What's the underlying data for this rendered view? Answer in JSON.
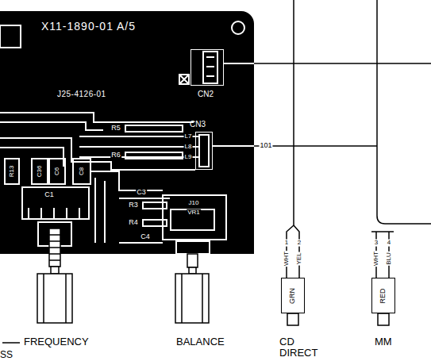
{
  "diagram": {
    "nodes": [
      {
        "text": [
          "X11-1890-01 A/5",
          "J25-4126-01"
        ]
      },
      {
        "text": [
          "CN2"
        ],
        "in": 0
      },
      {
        "text": [
          "CN3"
        ],
        "in": 0
      },
      {
        "text": [
          "GRN"
        ]
      },
      {
        "text": [
          "RED"
        ]
      }
    ],
    "labels": [
      "R5",
      "R6",
      "L7",
      "L8",
      "L9",
      "R13",
      "C36",
      "C6",
      "C8",
      "C1",
      "C3",
      "R3",
      "R4",
      "C4",
      "J10",
      "VR1",
      "101",
      "1",
      "2",
      "WHT",
      "YEL",
      "3",
      "4",
      "WHT",
      "BLU",
      "FREQUENCY",
      "BALANCE",
      "CD DIRECT",
      "MM",
      "SS"
    ]
  }
}
